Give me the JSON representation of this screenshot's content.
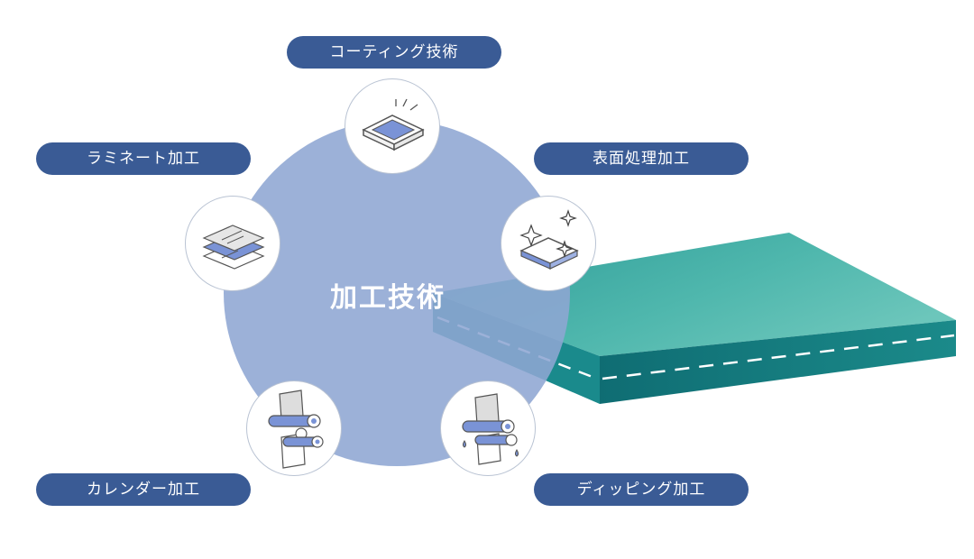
{
  "center": {
    "title": "加工技術"
  },
  "processes": [
    {
      "label": "コーティング技術",
      "icon": "coating-icon"
    },
    {
      "label": "表面処理加工",
      "icon": "surface-treatment-icon"
    },
    {
      "label": "ディッピング加工",
      "icon": "dipping-icon"
    },
    {
      "label": "カレンダー加工",
      "icon": "calender-icon"
    },
    {
      "label": "ラミネート加工",
      "icon": "laminate-icon"
    }
  ],
  "colors": {
    "pill": "#3a5b95",
    "hub": "#9eb1d6",
    "slab_top": "#4fb7ad",
    "slab_side": "#157d80",
    "icon_accent": "#7a93d6"
  }
}
